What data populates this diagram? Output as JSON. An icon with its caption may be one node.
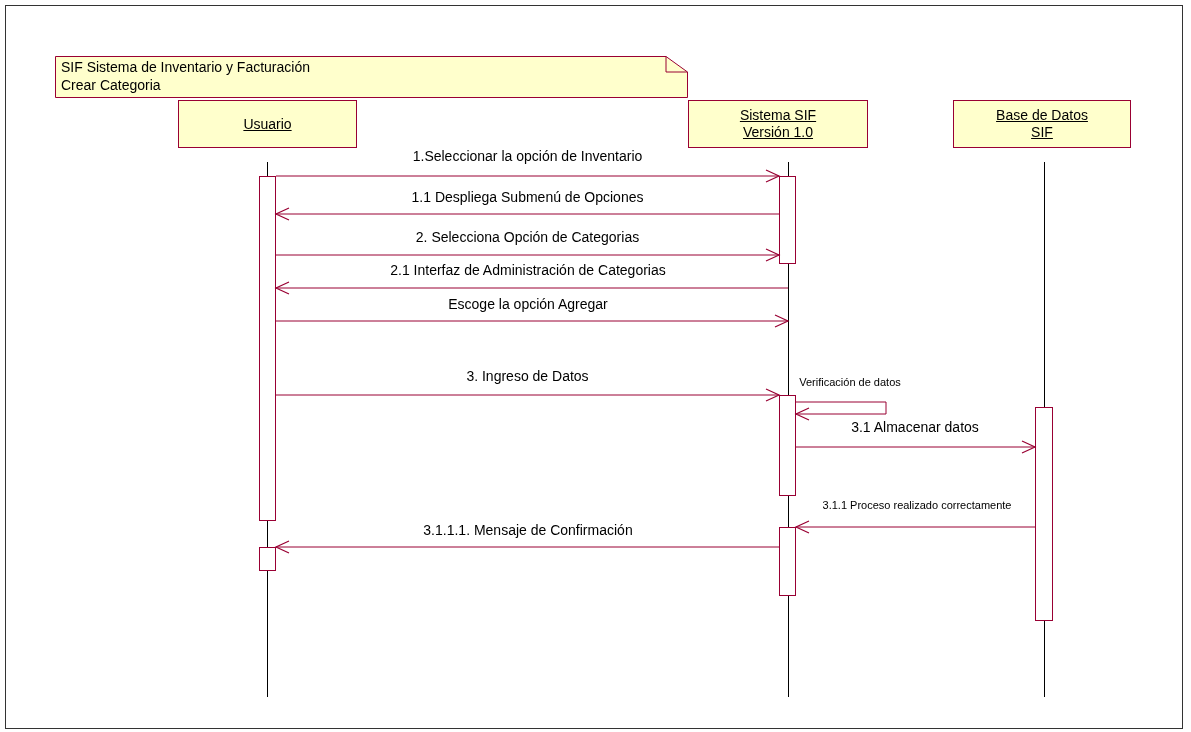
{
  "diagram": {
    "nodes": [
      {
        "text": [
          "SIF  Sistema de Inventario y Facturación",
          "Crear Categoria"
        ]
      },
      {
        "text": [
          "Usuario"
        ]
      },
      {
        "text": [
          "Sistema SIF Versión  1.0"
        ]
      },
      {
        "text": [
          "Base de Datos SIF"
        ]
      },
      {
        "text": [],
        "shape": "line"
      },
      {
        "text": [],
        "shape": "line"
      },
      {
        "text": [],
        "shape": "line"
      },
      {
        "text": [],
        "shape": "bar"
      },
      {
        "text": [],
        "shape": "bar"
      },
      {
        "text": [],
        "shape": "bar"
      },
      {
        "text": [],
        "shape": "bar"
      },
      {
        "text": [],
        "shape": "bar"
      },
      {
        "text": [],
        "shape": "bar"
      }
    ],
    "edges": [
      {
        "from": 7,
        "to": 9,
        "arrow": "to",
        "label": "1.Seleccionar la opción de Inventario"
      },
      {
        "from": 9,
        "to": 7,
        "arrow": "to",
        "label": "1.1 Despliega Submenú de Opciones"
      },
      {
        "from": 7,
        "to": 9,
        "arrow": "to",
        "label": "2. Selecciona Opción de Categorias"
      },
      {
        "from": 5,
        "to": 7,
        "arrow": "to",
        "label": "2.1 Interfaz de Administración de Categorias"
      },
      {
        "from": 7,
        "to": 5,
        "arrow": "to",
        "label": "Escoge la opción Agregar"
      },
      {
        "from": 7,
        "to": 10,
        "arrow": "to",
        "label": "3. Ingreso de Datos"
      },
      {
        "from": 10,
        "to": 10,
        "arrow": "to",
        "label": "Verificación de datos"
      },
      {
        "from": 10,
        "to": 12,
        "arrow": "to",
        "label": "3.1 Almacenar datos"
      },
      {
        "from": 12,
        "to": 11,
        "arrow": "to",
        "label": "3.1.1 Proceso realizado correctamente"
      },
      {
        "from": 11,
        "to": 8,
        "arrow": "to",
        "label": "3.1.1.1. Mensaje de Confirmación"
      }
    ]
  }
}
